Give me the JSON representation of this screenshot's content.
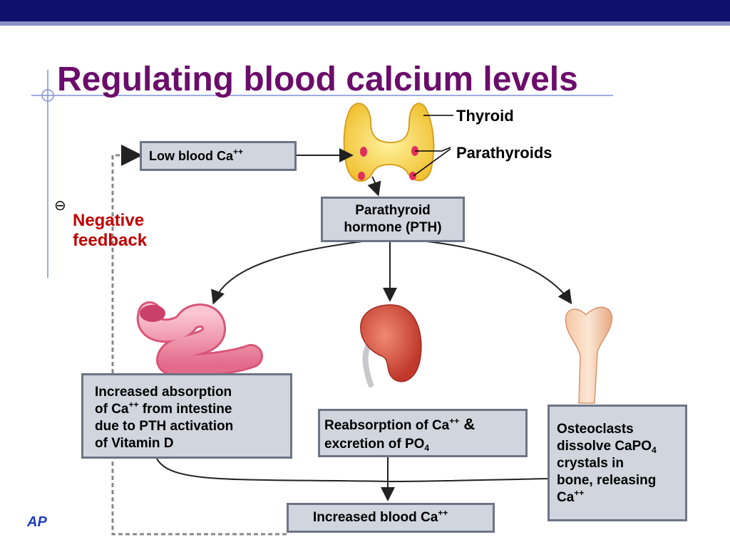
{
  "slide": {
    "title": "Regulating blood calcium levels",
    "footer_logo": "AP",
    "colors": {
      "top_bar": "#0f0f6e",
      "title": "#6b0d6b",
      "negative_feedback": "#c00000",
      "box_fill": "#d0d5de"
    }
  },
  "labels": {
    "thyroid": "Thyroid",
    "parathyroids": "Parathyroids",
    "negative_feedback_line1": "Negative",
    "negative_feedback_line2": "feedback",
    "minus_symbol": "⊖"
  },
  "boxes": {
    "low_ca": {
      "text": "Low blood Ca",
      "sup": "++"
    },
    "pth": {
      "line1": "Parathyroid",
      "line2": "hormone (PTH)"
    },
    "intestine": {
      "line1": "Increased absorption",
      "line2_a": "of Ca",
      "line2_sup": "++",
      "line2_b": " from intestine",
      "line3": "due to PTH activation",
      "line4": "of Vitamin D"
    },
    "kidney": {
      "line1_a": "Reabsorption of Ca",
      "line1_sup": "++",
      "line1_b": " &",
      "line2_a": "excretion of PO",
      "line2_sub": "4"
    },
    "bone": {
      "line1": "Osteoclasts",
      "line2_a": "dissolve CaPO",
      "line2_sub": "4",
      "line3": "crystals in",
      "line4": "bone, releasing",
      "line5_a": "Ca",
      "line5_sup": "++"
    },
    "increased_ca": {
      "text": "Increased blood Ca",
      "sup": "++"
    }
  },
  "illustrations": [
    "thyroid-gland",
    "intestine",
    "kidney",
    "bone"
  ]
}
